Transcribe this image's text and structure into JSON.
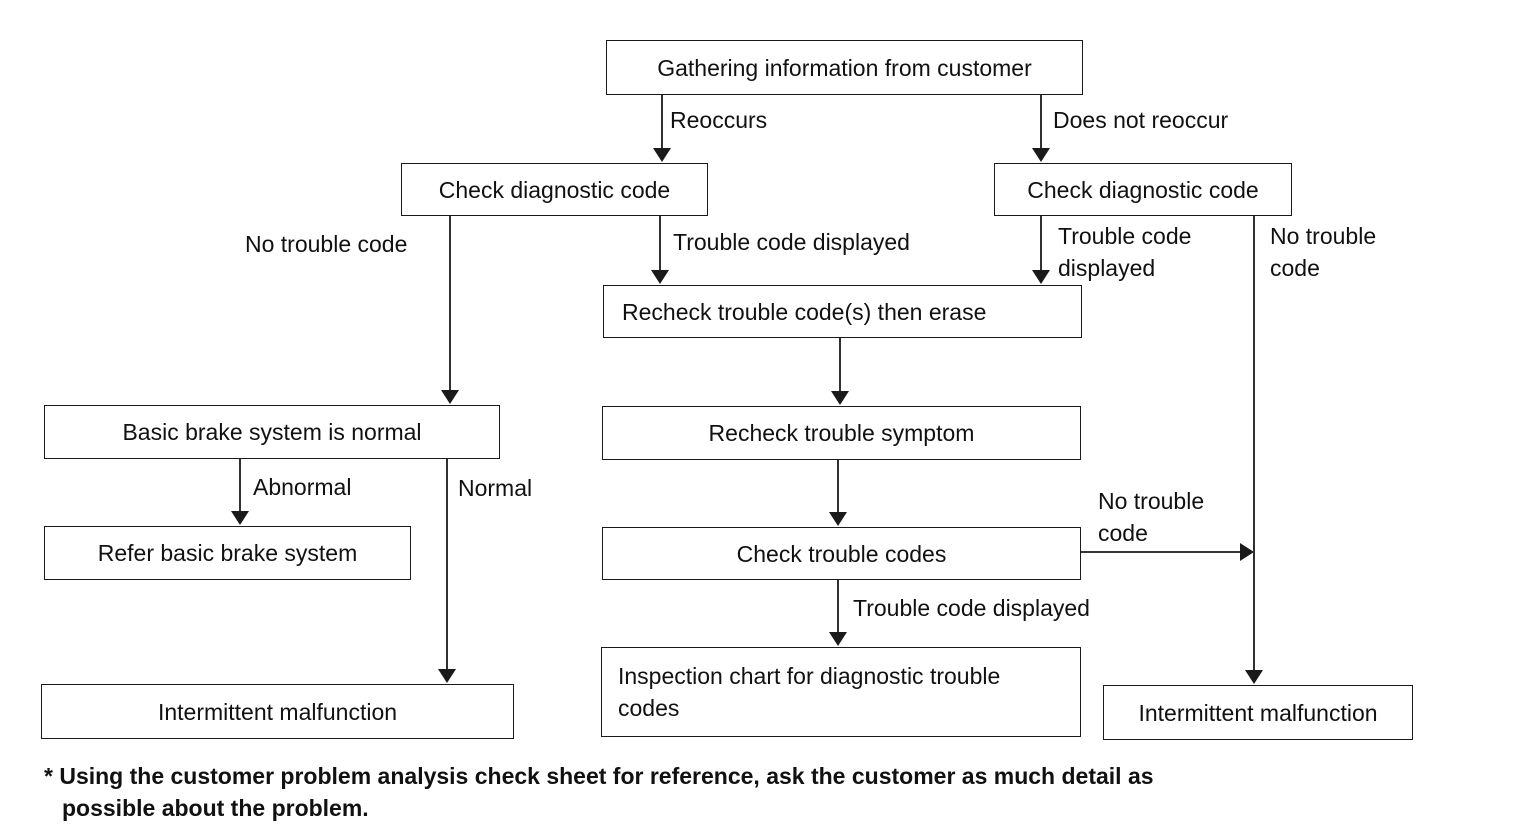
{
  "boxes": {
    "gather": "Gathering information from customer",
    "check_code_left": "Check diagnostic code",
    "check_code_right": "Check diagnostic code",
    "recheck_erase": "Recheck trouble code(s) then erase",
    "basic_normal": "Basic brake system is normal",
    "recheck_symptom": "Recheck trouble symptom",
    "refer_basic": "Refer basic brake system",
    "check_codes": "Check trouble codes",
    "intermittent_left": "Intermittent malfunction",
    "inspection_chart_l1": "Inspection chart for diagnostic trouble",
    "inspection_chart_l2": "codes",
    "intermittent_right": "Intermittent malfunction"
  },
  "labels": {
    "reoccurs": "Reoccurs",
    "does_not_reoccur": "Does not reoccur",
    "no_trouble_code_left": "No trouble code",
    "trouble_code_displayed_mid": "Trouble code displayed",
    "trouble_code_right_l1": "Trouble code",
    "trouble_code_right_l2": "displayed",
    "no_trouble_code_right_l1": "No trouble",
    "no_trouble_code_right_l2": "code",
    "abnormal": "Abnormal",
    "normal": "Normal",
    "no_trouble_code_mid_l1": "No trouble",
    "no_trouble_code_mid_l2": "code",
    "trouble_code_displayed_bottom": "Trouble code displayed"
  },
  "note": {
    "line1": "* Using the customer problem analysis check sheet for reference, ask the customer as much detail as",
    "line2": "possible about the problem."
  }
}
